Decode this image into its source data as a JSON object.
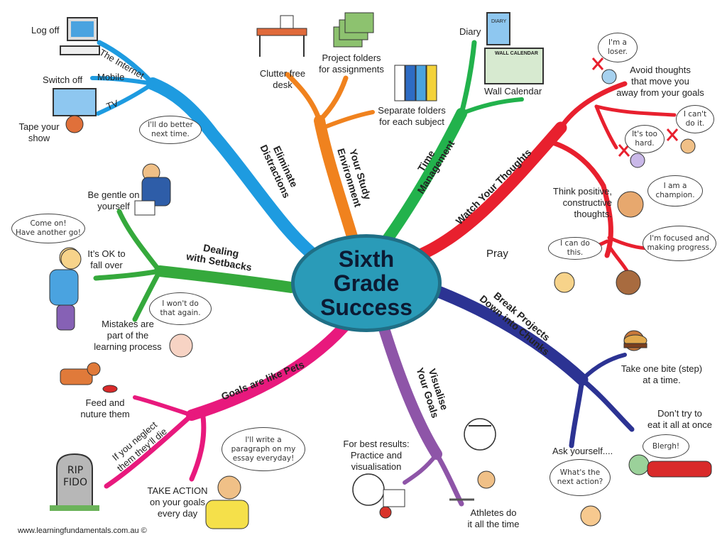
{
  "center": {
    "title": "Sixth\nGrade\nSuccess"
  },
  "colors": {
    "distractions": "#1e9be0",
    "environment": "#f0821e",
    "time": "#22b24c",
    "thoughts": "#e8202e",
    "chunks": "#2c3393",
    "visualise": "#8e55a8",
    "pets": "#e8197d",
    "setbacks": "#35a93c",
    "hub": "#2a9bb8"
  },
  "branches": {
    "distractions": "Eliminate\nDistractions",
    "environment": "Your Study\nEnvironment",
    "time": "Time\nManagement",
    "thoughts": "Watch Your Thoughts",
    "chunks": "Break Projects\nDown into Chunks",
    "visualise": "Visualise\nYour Goals",
    "pets": "Goals are like Pets",
    "setbacks": "Dealing\nwith Setbacks"
  },
  "labels": {
    "log_off": "Log off",
    "internet": "The Internet",
    "mobile": "Mobile",
    "switch_off": "Switch off",
    "tv": "TV",
    "tape_show": "Tape your\nshow",
    "clutter_free": "Clutter free\ndesk",
    "project_folders": "Project folders\nfor assignments",
    "separate_folders": "Separate folders\nfor each subject",
    "diary": "Diary",
    "wall_calendar": "Wall Calendar",
    "avoid_thoughts": "Avoid thoughts\nthat move you\naway from your goals",
    "think_positive": "Think positive,\nconstructive\nthoughts.",
    "pray": "Pray",
    "take_bite": "Take one bite (step)\nat a time.",
    "dont_try": "Don’t try to\neat it all at once",
    "ask_yourself": "Ask yourself....",
    "best_results": "For best results:\nPractice and\nvisualisation",
    "athletes": "Athletes do\nit all the time",
    "feed_nurture": "Feed and\nnuture them",
    "if_neglect": "If you neglect\nthem they’ll die",
    "take_action": "TAKE ACTION\non your goals\nevery day",
    "be_gentle": "Be gentle on\nyourself",
    "ok_fall": "It’s OK to\nfall over",
    "mistakes": "Mistakes are\npart of the\nlearning process",
    "footer": "www.learningfundamentals.com.au ©",
    "diary_cover": "DIARY",
    "calendar_header": "WALL CALENDAR",
    "rip_text": "RIP\nFIDO"
  },
  "bubbles": {
    "loser": "I'm a\nloser.",
    "cant": "I can't\ndo it.",
    "too_hard": "It's too\nhard.",
    "champion": "I am a\nchampion.",
    "can_do": "I can do this.",
    "focused": "I'm focused and\nmaking progress.",
    "blergh": "Blergh!",
    "next_action": "What's the\nnext action?",
    "write_para": "I'll write a\nparagraph on my\nessay everyday!",
    "do_better": "I'll do better\nnext time.",
    "come_on": "Come on!\nHave another go!",
    "wont_again": "I won't do\nthat again."
  }
}
